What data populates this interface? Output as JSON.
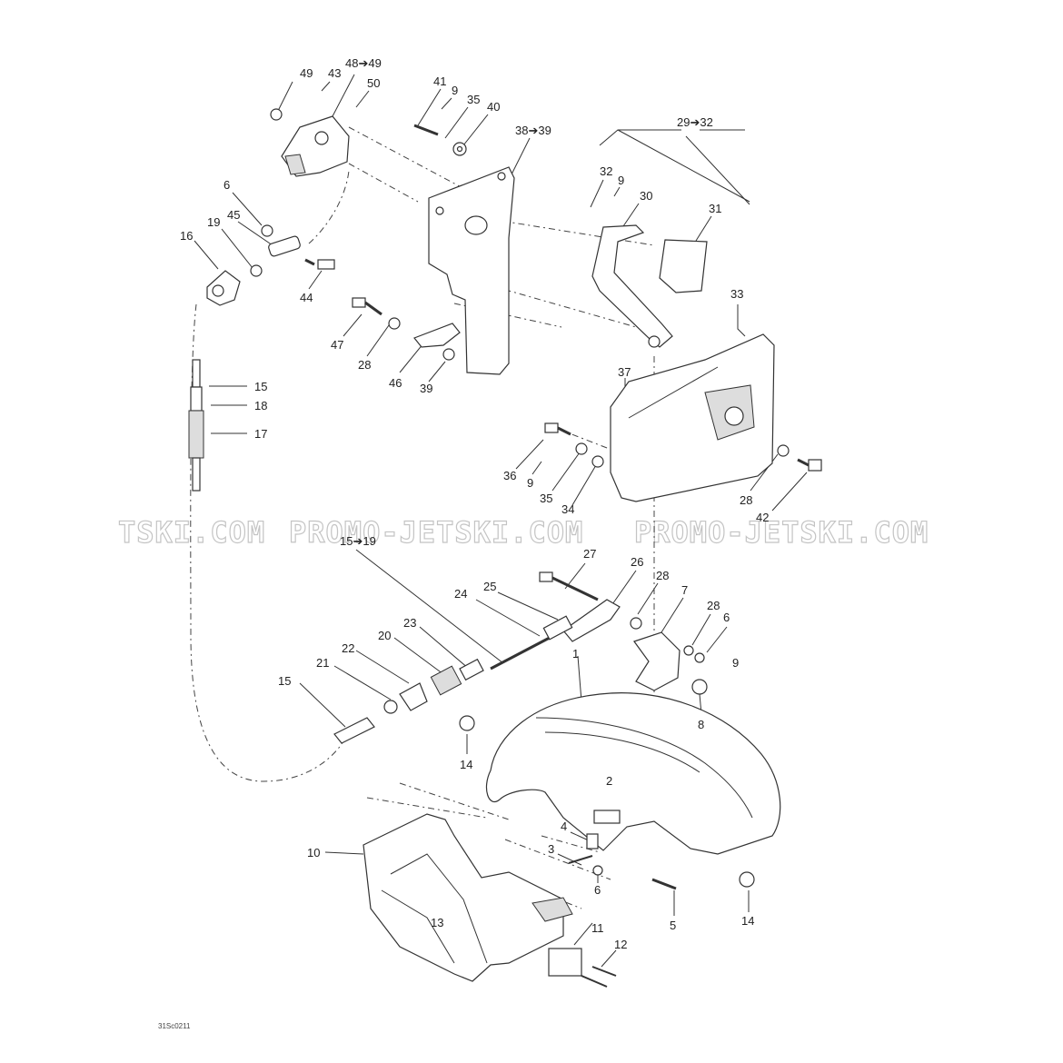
{
  "watermark": {
    "left": "TSKI.COM",
    "middle": "PROMO-JETSKI.COM",
    "right": "PROMO-JETSKI.COM"
  },
  "drawing_code": "31Sc0211",
  "callouts": [
    {
      "id": "c49a",
      "text": "49"
    },
    {
      "id": "c43",
      "text": "43"
    },
    {
      "id": "c48_49",
      "text": "48➔49"
    },
    {
      "id": "c50",
      "text": "50"
    },
    {
      "id": "c41",
      "text": "41"
    },
    {
      "id": "c9a",
      "text": "9"
    },
    {
      "id": "c35a",
      "text": "35"
    },
    {
      "id": "c40",
      "text": "40"
    },
    {
      "id": "c38_39",
      "text": "38➔39"
    },
    {
      "id": "c29_32",
      "text": "29➔32"
    },
    {
      "id": "c32",
      "text": "32"
    },
    {
      "id": "c9b",
      "text": "9"
    },
    {
      "id": "c30",
      "text": "30"
    },
    {
      "id": "c31",
      "text": "31"
    },
    {
      "id": "c6a",
      "text": "6"
    },
    {
      "id": "c45",
      "text": "45"
    },
    {
      "id": "c19",
      "text": "19"
    },
    {
      "id": "c16",
      "text": "16"
    },
    {
      "id": "c44",
      "text": "44"
    },
    {
      "id": "c33",
      "text": "33"
    },
    {
      "id": "c47",
      "text": "47"
    },
    {
      "id": "c28a",
      "text": "28"
    },
    {
      "id": "c46",
      "text": "46"
    },
    {
      "id": "c39",
      "text": "39"
    },
    {
      "id": "c37",
      "text": "37"
    },
    {
      "id": "c15a",
      "text": "15"
    },
    {
      "id": "c18",
      "text": "18"
    },
    {
      "id": "c17",
      "text": "17"
    },
    {
      "id": "c36",
      "text": "36"
    },
    {
      "id": "c9c",
      "text": "9"
    },
    {
      "id": "c35b",
      "text": "35"
    },
    {
      "id": "c34",
      "text": "34"
    },
    {
      "id": "c28b",
      "text": "28"
    },
    {
      "id": "c42",
      "text": "42"
    },
    {
      "id": "c15_19",
      "text": "15➔19"
    },
    {
      "id": "c27",
      "text": "27"
    },
    {
      "id": "c26",
      "text": "26"
    },
    {
      "id": "c28c",
      "text": "28"
    },
    {
      "id": "c7",
      "text": "7"
    },
    {
      "id": "c28d",
      "text": "28"
    },
    {
      "id": "c6b",
      "text": "6"
    },
    {
      "id": "c25",
      "text": "25"
    },
    {
      "id": "c24",
      "text": "24"
    },
    {
      "id": "c23",
      "text": "23"
    },
    {
      "id": "c20",
      "text": "20"
    },
    {
      "id": "c22",
      "text": "22"
    },
    {
      "id": "c21",
      "text": "21"
    },
    {
      "id": "c9d",
      "text": "9"
    },
    {
      "id": "c15b",
      "text": "15"
    },
    {
      "id": "c1",
      "text": "1"
    },
    {
      "id": "c8",
      "text": "8"
    },
    {
      "id": "c14a",
      "text": "14"
    },
    {
      "id": "c2",
      "text": "2"
    },
    {
      "id": "c4",
      "text": "4"
    },
    {
      "id": "c3",
      "text": "3"
    },
    {
      "id": "c6c",
      "text": "6"
    },
    {
      "id": "c10",
      "text": "10"
    },
    {
      "id": "c13",
      "text": "13"
    },
    {
      "id": "c11",
      "text": "11"
    },
    {
      "id": "c5",
      "text": "5"
    },
    {
      "id": "c14b",
      "text": "14"
    },
    {
      "id": "c12",
      "text": "12"
    }
  ]
}
